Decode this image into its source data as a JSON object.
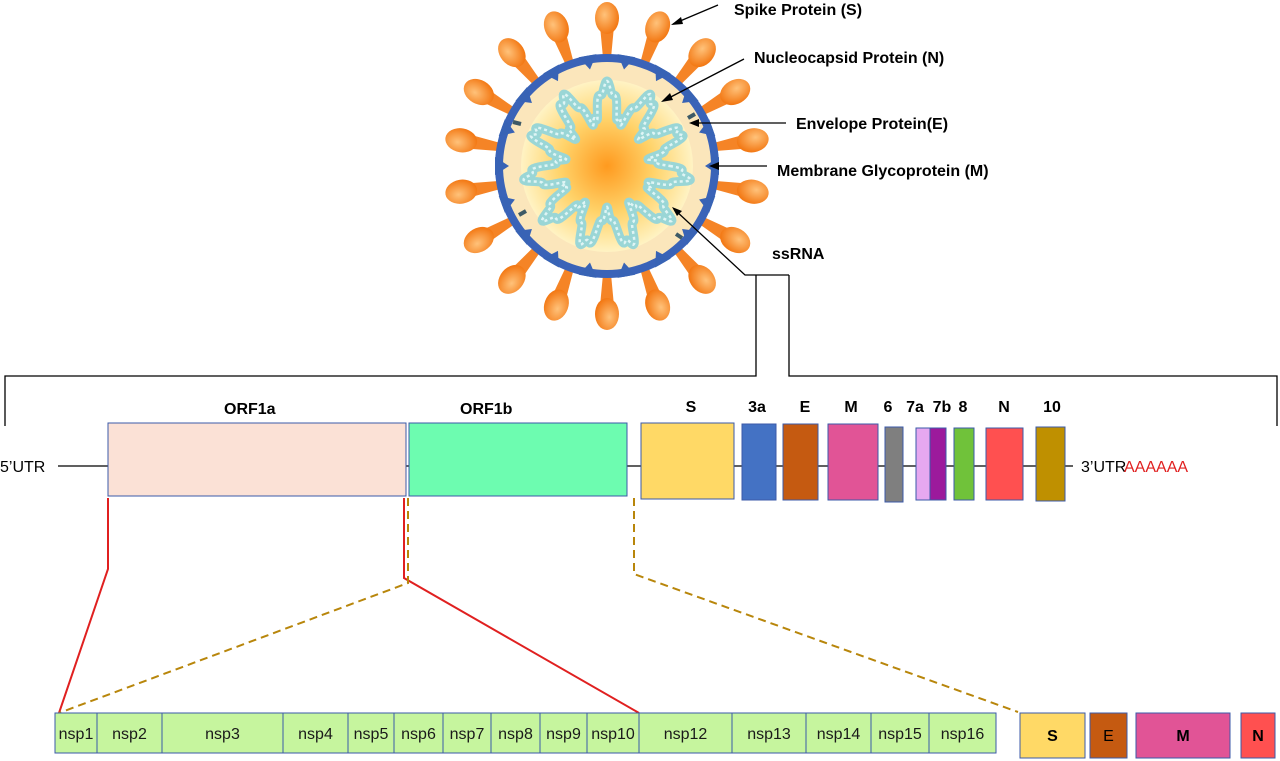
{
  "virus_labels": {
    "spike": "Spike Protein (S)",
    "nucleocapsid": "Nucleocapsid Protein (N)",
    "envelope": "Envelope Protein(E)",
    "membrane": "Membrane Glycoprotein (M)",
    "ssrna": "ssRNA"
  },
  "genome": {
    "utr5": "5’UTR",
    "utr3": "3’UTR",
    "polya": "AAAAAA",
    "orf1a": "ORF1a",
    "orf1b": "ORF1b",
    "genes": [
      {
        "label": "S",
        "color": "#ffd966"
      },
      {
        "label": "3a",
        "color": "#4472c4"
      },
      {
        "label": "E",
        "color": "#c55a11"
      },
      {
        "label": "M",
        "color": "#e15496"
      },
      {
        "label": "6",
        "color": "#7f7f7f"
      },
      {
        "label": "7a",
        "color": "#e6a8f0"
      },
      {
        "label": "7b",
        "color": "#9c1a9c"
      },
      {
        "label": "8",
        "color": "#70c23a"
      },
      {
        "label": "N",
        "color": "#ff5050"
      },
      {
        "label": "10",
        "color": "#bf9000"
      }
    ]
  },
  "nsps": [
    "nsp1",
    "nsp2",
    "nsp3",
    "nsp4",
    "nsp5",
    "nsp6",
    "nsp7",
    "nsp8",
    "nsp9",
    "nsp10",
    "nsp12",
    "nsp13",
    "nsp14",
    "nsp15",
    "nsp16"
  ],
  "structural": [
    {
      "label": "S",
      "color": "#ffd966"
    },
    {
      "label": "E",
      "color": "#c55a11"
    },
    {
      "label": "M",
      "color": "#e15496"
    },
    {
      "label": "N",
      "color": "#ff5050"
    }
  ],
  "colors": {
    "orf1a_fill": "#fbe1d6",
    "orf1b_fill": "#6dfcb0",
    "nsp_fill": "#c6f59e",
    "spike": "#f58426",
    "triangle": "#3863b5",
    "red_line": "#e02020",
    "dash_line": "#b8860b",
    "polya": "#e02020"
  }
}
